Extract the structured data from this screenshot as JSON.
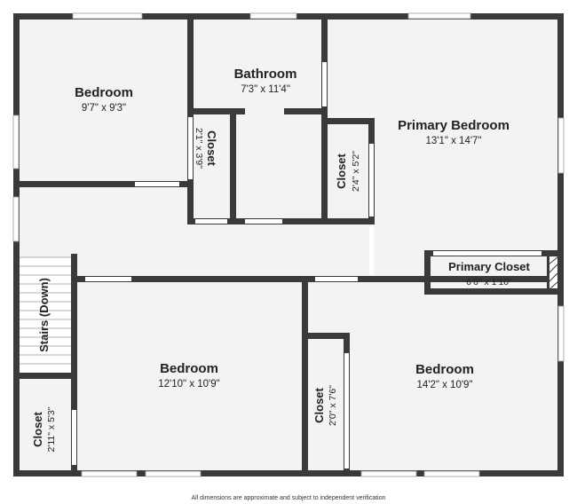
{
  "rooms": {
    "bedroom_nw": {
      "name": "Bedroom",
      "dims": "9'7\" x 9'3\""
    },
    "bathroom": {
      "name": "Bathroom",
      "dims": "7'3\" x 11'4\""
    },
    "closet_hall": {
      "name": "Closet",
      "dims": "2'1\" x 3'9\""
    },
    "primary_bed": {
      "name": "Primary Bedroom",
      "dims": "13'1\" x 14'7\""
    },
    "closet_prim": {
      "name": "Closet",
      "dims": "2'4\" x 5'2\""
    },
    "primary_clo": {
      "name": "Primary Closet",
      "dims": "6'6\" x 1'10\""
    },
    "stairs": {
      "name": "Stairs (Down)"
    },
    "bedroom_sw": {
      "name": "Bedroom",
      "dims": "12'10\" x 10'9\""
    },
    "bedroom_se": {
      "name": "Bedroom",
      "dims": "14'2\" x 10'9\""
    },
    "closet_sw": {
      "name": "Closet",
      "dims": "2'11\" x 5'3\""
    },
    "closet_se": {
      "name": "Closet",
      "dims": "2'0\" x 7'6\""
    }
  },
  "footer": "All dimensions are approximate and subject to independent verification",
  "colors": {
    "wall": "#3a3a3a",
    "floor": "#f3f3f3",
    "window": "#ffffff"
  }
}
